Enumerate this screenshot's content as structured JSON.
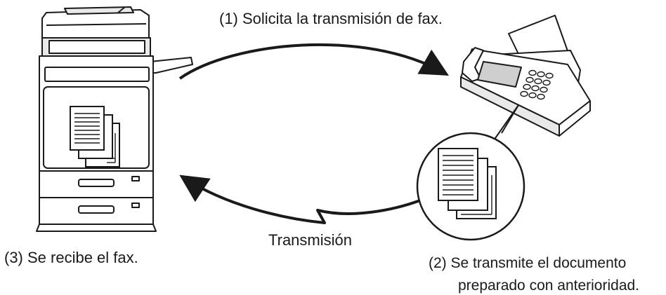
{
  "labels": {
    "request": "(1) Solicita la transmisión de fax.",
    "transmission": "Transmisión",
    "received": "(3) Se recibe el fax.",
    "send_line1": "(2) Se transmite el documento",
    "send_line2": "preparado con anterioridad."
  },
  "colors": {
    "line": "#1a1a1a",
    "fill": "#ffffff",
    "shade": "#e9e9e9",
    "screen": "#cfcfcf"
  },
  "icons": {
    "copier": "multifunction-printer-icon",
    "fax": "fax-machine-icon",
    "document": "document-stack-icon",
    "arrow": "curved-arrow-icon"
  }
}
